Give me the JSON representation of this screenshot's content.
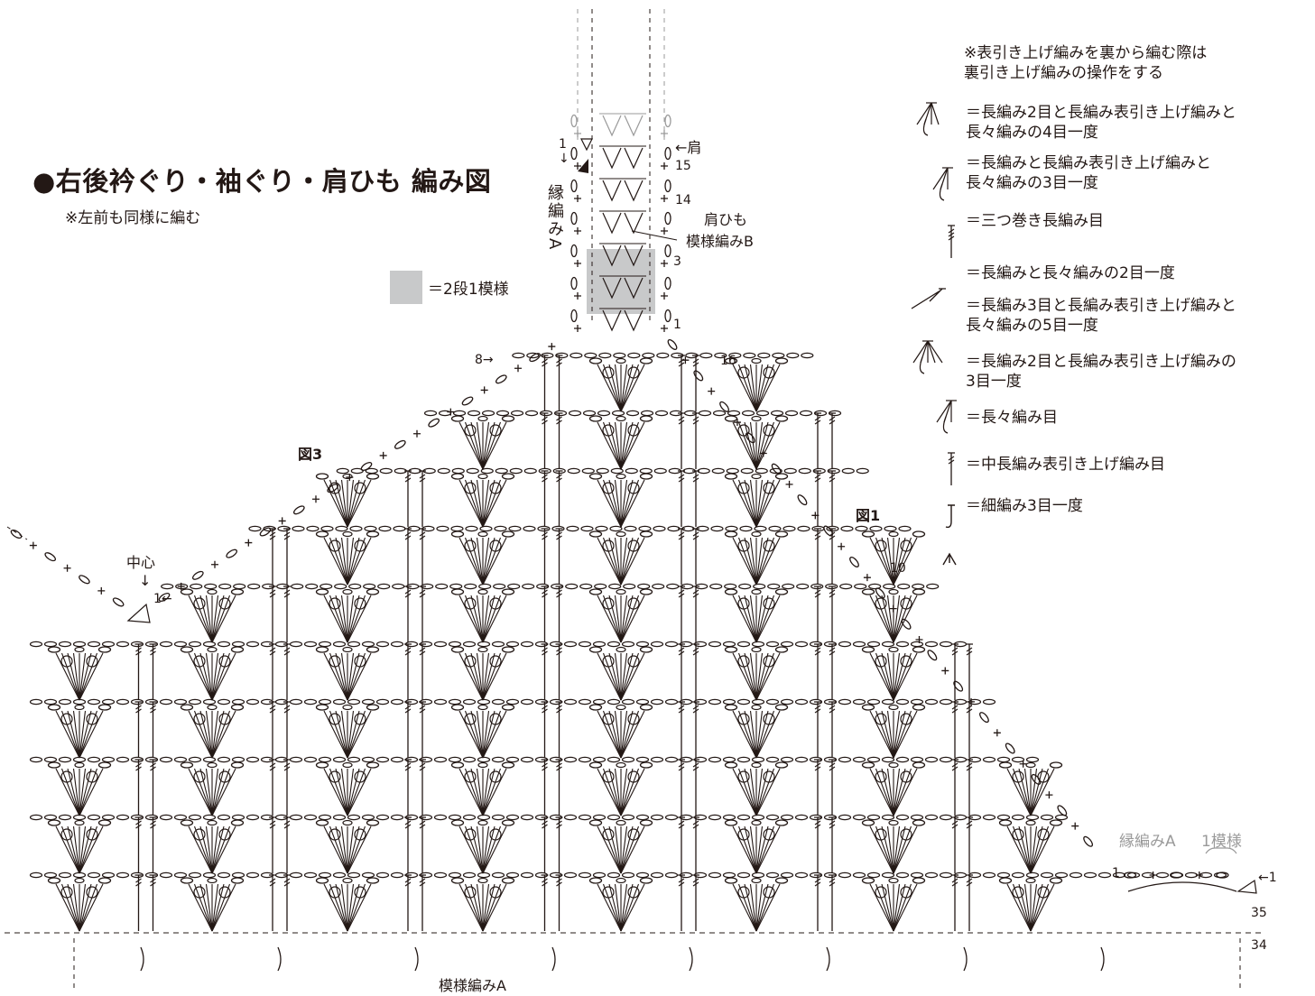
{
  "title": "●右後衿ぐり・袖ぐり・肩ひも 編み図",
  "subtitle": "※左前も同様に編む",
  "swatch_legend": "＝2段1模様",
  "labels": {
    "center_label": "中心",
    "center_arrow": "↓",
    "center_row_start": "1←",
    "zu3": "図3",
    "zu1": "図1",
    "row_8": "8→",
    "row_16": "16",
    "row_10": "10",
    "strap_label_line1": "肩ひも",
    "strap_label_line2": "模様編みB",
    "edge_a_vertical": "縁編みA",
    "shoulder_arrow": "←肩",
    "strap_row_15": "15",
    "strap_row_14": "14",
    "strap_row_3": "3",
    "strap_row_1": "1",
    "strap_start_1": "1",
    "strap_start_arrow": "↓",
    "pattern_a_bottom": "模様編みA",
    "row_35": "35",
    "row_34": "34",
    "edge_a_right": "縁編みA",
    "one_repeat": "1模様",
    "right_row_1_left": "1",
    "right_row_1_arrow": "←1"
  },
  "legend": {
    "note": "※表引き上げ編みを裏から編む際は\n裏引き上げ編みの操作をする",
    "items": [
      {
        "icon": "dc2-fpdc-tr-4tog-symbol",
        "text": "＝長編み2目と長編み表引き上げ編みと\n長々編みの4目一度"
      },
      {
        "icon": "dc-fpdc-tr-3tog-symbol",
        "text": "＝長編みと長編み表引き上げ編みと\n長々編みの3目一度"
      },
      {
        "icon": "triple-treble-symbol",
        "text": "＝三つ巻き長編み目"
      },
      {
        "icon": "dc-tr-2tog-symbol",
        "text": "＝長編みと長々編みの2目一度"
      },
      {
        "icon": "dc3-fpdc-tr-5tog-symbol",
        "text": "＝長編み3目と長編み表引き上げ編みと\n長々編みの5目一度"
      },
      {
        "icon": "dc2-fpdc-3tog-symbol",
        "text": "＝長編み2目と長編み表引き上げ編みの\n3目一度"
      },
      {
        "icon": "treble-symbol",
        "text": "＝長々編み目"
      },
      {
        "icon": "fphdc-symbol",
        "text": "＝中長編み表引き上げ編み目"
      },
      {
        "icon": "sc3tog-symbol",
        "text": "＝細編み3目一度"
      }
    ]
  },
  "colors": {
    "ink": "#231815",
    "swatch_gray": "#c8c9ca",
    "faded_gray": "#9a9a9a"
  }
}
